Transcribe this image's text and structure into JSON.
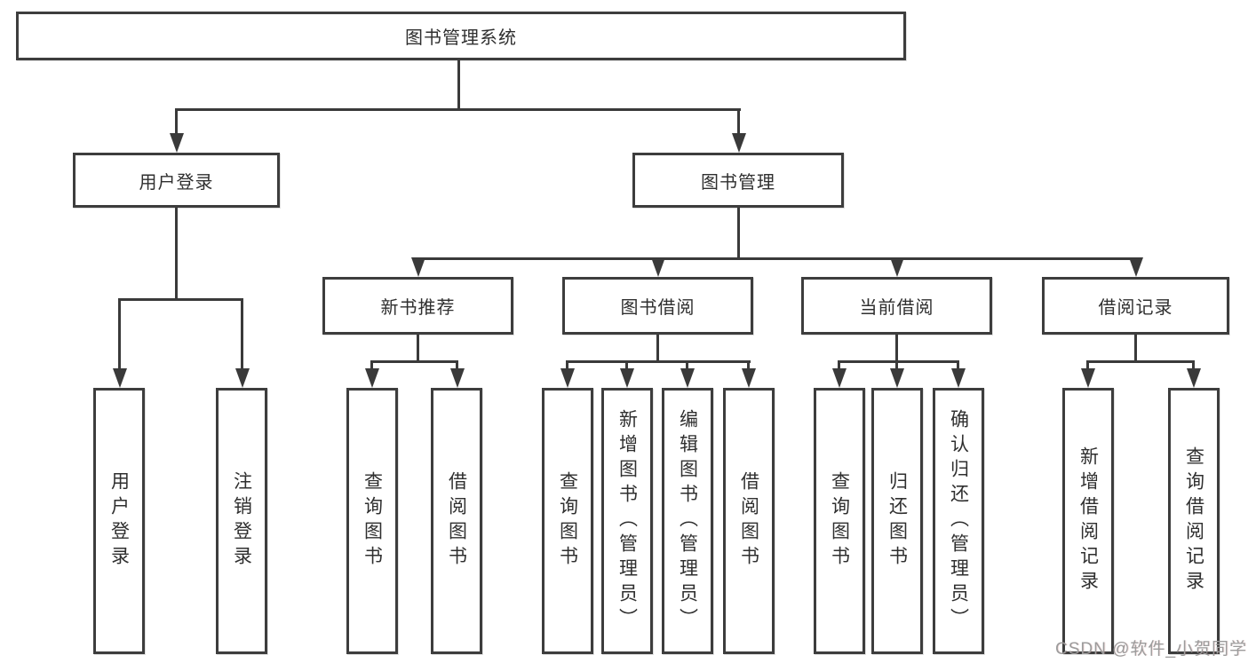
{
  "diagram": {
    "title": "图书管理系统",
    "level2": {
      "user_login": "用户登录",
      "book_mgmt": "图书管理"
    },
    "level3": {
      "new_books": "新书推荐",
      "book_borrow": "图书借阅",
      "current_borrow": "当前借阅",
      "borrow_records": "借阅记录"
    },
    "leaves": {
      "user_login": [
        "用户登录",
        "注销登录"
      ],
      "new_books": [
        "查询图书",
        "借阅图书"
      ],
      "book_borrow": [
        "查询图书",
        "新增图书（管理员）",
        "编辑图书（管理员）",
        "借阅图书"
      ],
      "current_borrow": [
        "查询图书",
        "归还图书",
        "确认归还（管理员）"
      ],
      "borrow_records": [
        "新增借阅记录",
        "查询借阅记录"
      ]
    }
  },
  "watermark": "CSDN @软件_小贺同学",
  "colors": {
    "line": "#3a3a3a",
    "box_border": "#3d3d3d",
    "text": "#2f2f2f",
    "background": "#ffffff",
    "watermark": "#9c9c9c"
  }
}
